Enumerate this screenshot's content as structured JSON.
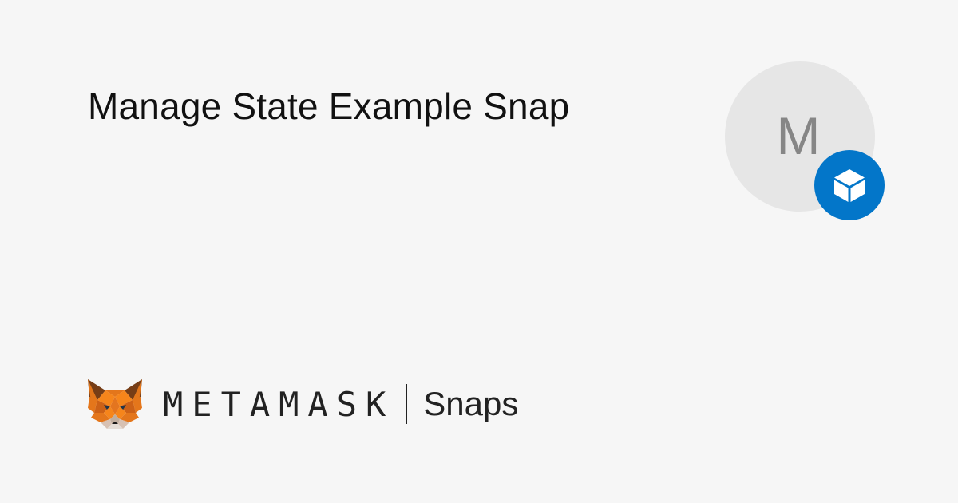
{
  "snap": {
    "title": "Manage State Example Snap",
    "avatar_letter": "M",
    "badge_icon": "snap-box-icon"
  },
  "brand": {
    "logo_icon": "metamask-fox-icon",
    "wordmark": "METAMASK",
    "product": "Snaps"
  },
  "colors": {
    "background": "#f6f6f6",
    "avatar_bg": "#e6e6e6",
    "avatar_letter": "#868686",
    "badge": "#0376c9",
    "text": "#111111"
  }
}
